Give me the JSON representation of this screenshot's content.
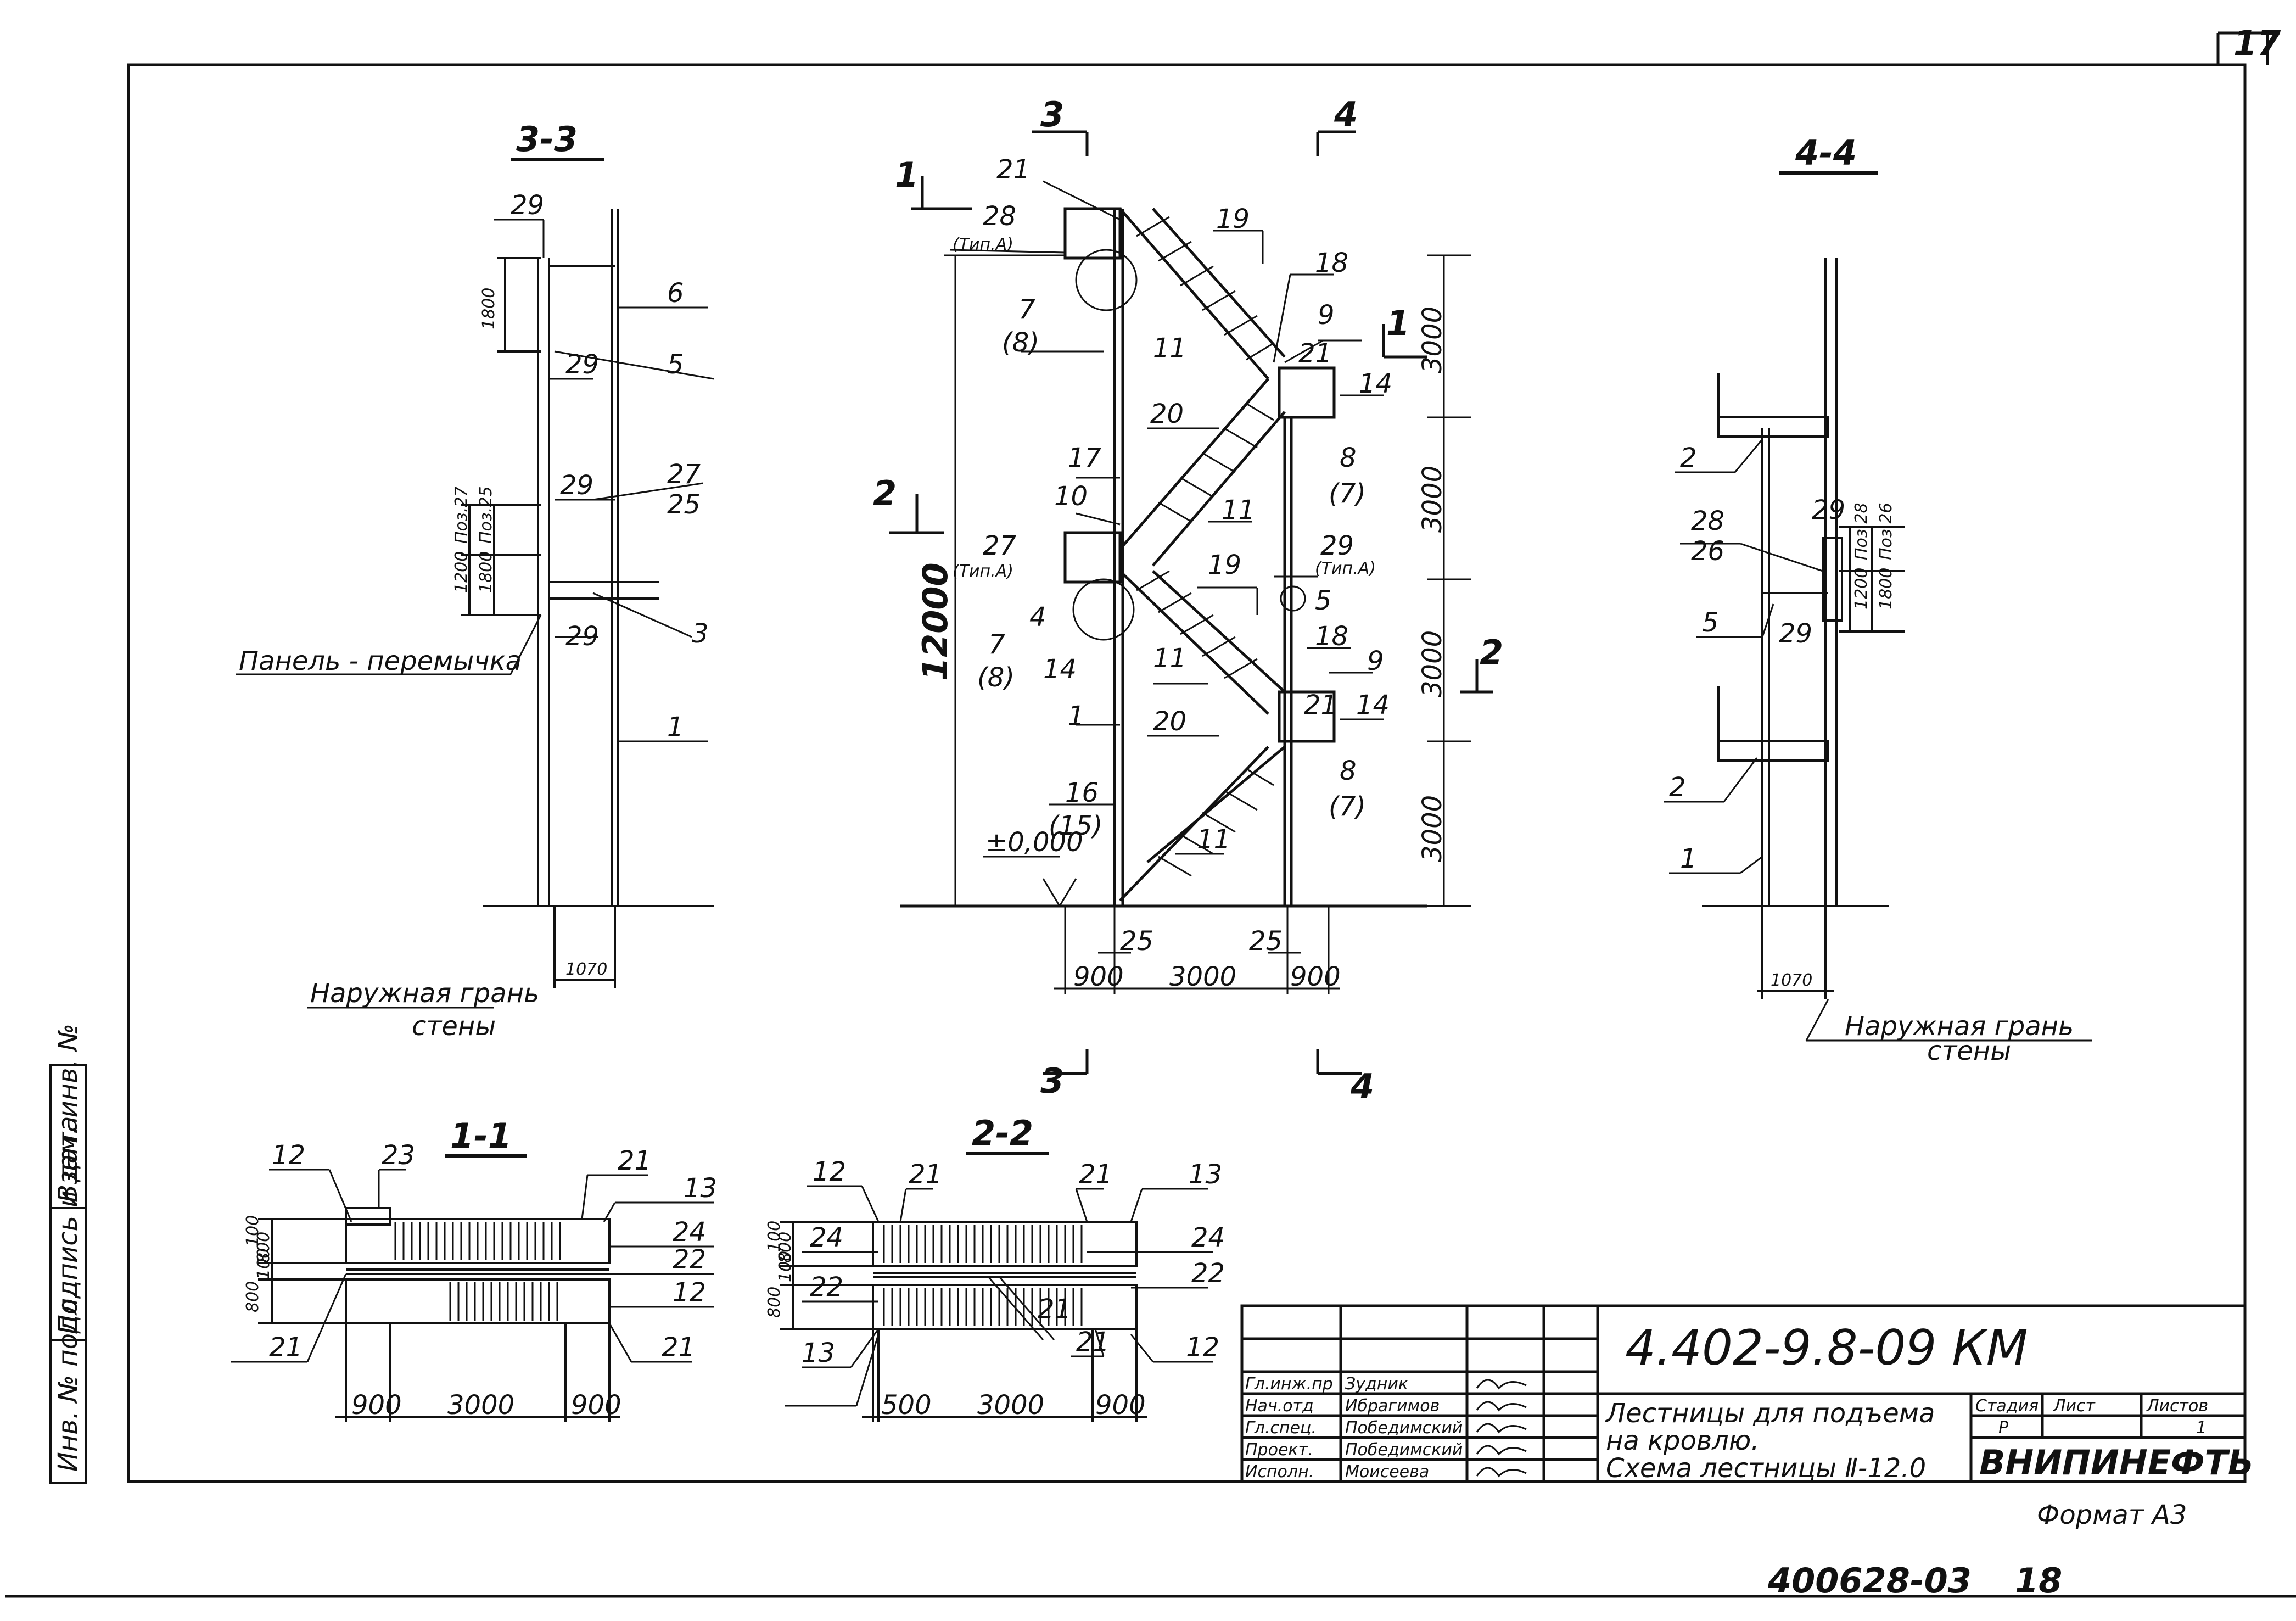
{
  "sheet": {
    "number": "17"
  },
  "views": {
    "v33": {
      "title": "3-3",
      "leaders": [
        "29",
        "6",
        "29",
        "5",
        "29",
        "27",
        "25",
        "3",
        "29",
        "1"
      ],
      "dims": [
        "1800",
        "1200",
        "1800",
        "Поз.27",
        "Поз.25",
        "1070"
      ],
      "panel": "Панель - перемычка",
      "face": [
        "Наружная грань",
        "стены"
      ]
    },
    "main": {
      "cuts": [
        "3",
        "4",
        "1",
        "1",
        "2",
        "2",
        "3",
        "4"
      ],
      "leaders": [
        "21",
        "28",
        "(Тип.А)",
        "7",
        "(8)",
        "19",
        "18",
        "9",
        "21",
        "14",
        "11",
        "20",
        "8",
        "(7)",
        "17",
        "10",
        "11",
        "27",
        "(Тип.А)",
        "19",
        "29",
        "(Тип.А)",
        "4",
        "7",
        "(8)",
        "14",
        "11",
        "5",
        "18",
        "9",
        "21",
        "14",
        "1",
        "20",
        "8",
        "(7)",
        "16",
        "(15)",
        "11"
      ],
      "level": "±0,000",
      "height": "12000",
      "vdims": [
        "3000",
        "3000",
        "3000",
        "3000"
      ],
      "hdims": [
        "900",
        "3000",
        "900",
        "25",
        "25"
      ]
    },
    "v44": {
      "title": "4-4",
      "leaders": [
        "2",
        "28",
        "26",
        "29",
        "5",
        "29",
        "2",
        "1"
      ],
      "dims": [
        "1200",
        "1800",
        "Поз.28",
        "Поз.26",
        "1070"
      ],
      "face": [
        "Наружная грань",
        "стены"
      ]
    },
    "v11": {
      "title": "1-1",
      "leaders": [
        "12",
        "23",
        "21",
        "13",
        "24",
        "22",
        "12",
        "21",
        "21"
      ],
      "dims": [
        "900",
        "3000",
        "900",
        "800",
        "100",
        "800",
        "100"
      ]
    },
    "v22": {
      "title": "2-2",
      "leaders": [
        "12",
        "21",
        "21",
        "13",
        "24",
        "24",
        "22",
        "22",
        "13",
        "21",
        "21",
        "12"
      ],
      "dims": [
        "500",
        "3000",
        "900",
        "800",
        "100",
        "800",
        "100"
      ]
    }
  },
  "margin": {
    "cells": [
      "Инв. № подл.",
      "Подпись и дата",
      "Взам. инв. №"
    ]
  },
  "title_block": {
    "code": "4.402-9.8-09 КМ",
    "staff": [
      {
        "role": "Гл.инж.пр",
        "name": "Зудник"
      },
      {
        "role": "Нач.отд",
        "name": "Ибрагимов"
      },
      {
        "role": "Гл.спец.",
        "name": "Победимский"
      },
      {
        "role": "Проект.",
        "name": "Победимский"
      },
      {
        "role": "Исполн.",
        "name": "Моисеева"
      }
    ],
    "title_l1": "Лестницы для подъема",
    "title_l2": "на кровлю.",
    "title_l3": "Схема лестницы Ⅱ-12.0",
    "col_stage": "Стадия",
    "col_sheet": "Лист",
    "col_sheets": "Листов",
    "stage": "Р",
    "sheets": "1",
    "org": "ВНИПИНЕФТЬ"
  },
  "format": "Формат А3",
  "footer": {
    "inv": "400628-03",
    "page": "18"
  }
}
